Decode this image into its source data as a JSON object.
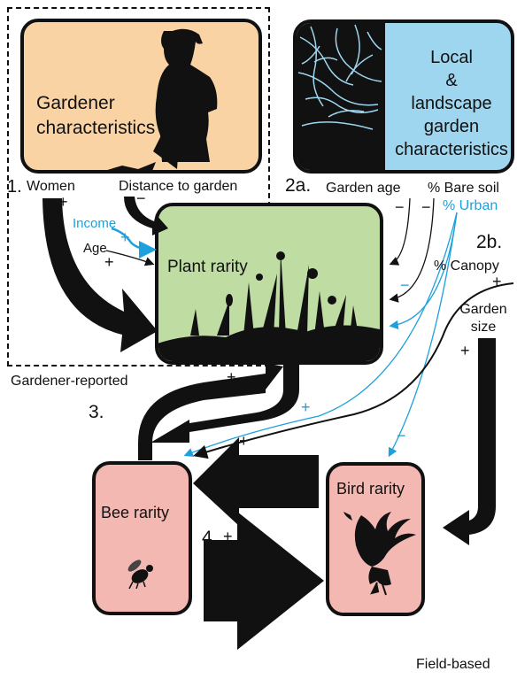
{
  "colors": {
    "gardener_box": "#f9d3a3",
    "landscape_box": "#9fd6ef",
    "plant_box": "#bfdca3",
    "bee_box": "#f3b8b1",
    "bird_box": "#f3b8b1",
    "accent_blue": "#1ea0dc",
    "ink": "#111111"
  },
  "boxes": {
    "gardener": "Gardener\ncharacteristics",
    "landscape": "Local\n&\nlandscape\ngarden\ncharacteristics",
    "plant": "Plant rarity",
    "bee": "Bee rarity",
    "bird": "Bird rarity"
  },
  "steps": {
    "s1": "1.",
    "s2a": "2a.",
    "s2b": "2b.",
    "s3": "3.",
    "s4": "4."
  },
  "variables": {
    "women": "Women",
    "distance": "Distance to garden",
    "income": "Income",
    "age": "Age",
    "garden_age": "Garden age",
    "bare_soil": "% Bare soil",
    "urban": "% Urban",
    "canopy": "% Canopy",
    "garden_size": "Garden\nsize"
  },
  "signs": {
    "plus": "+",
    "minus": "−"
  },
  "labels": {
    "gardener_reported": "Gardener-reported",
    "field_based": "Field-based"
  },
  "icons": [
    "gardener-silhouette-icon",
    "tree-branches-icon",
    "grass-silhouette-icon",
    "bee-icon",
    "bird-icon"
  ]
}
